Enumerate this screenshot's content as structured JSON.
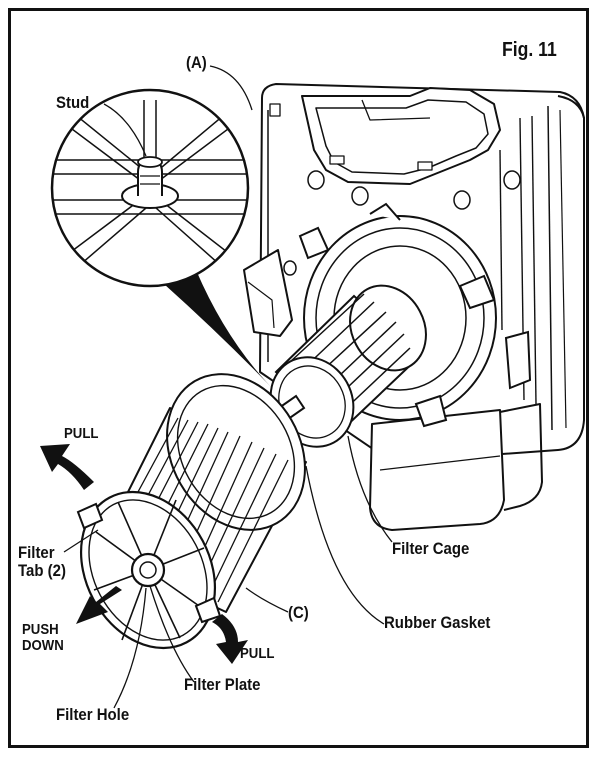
{
  "figure": {
    "title": "Fig. 11",
    "labels": {
      "a": "(A)",
      "stud": "Stud",
      "pull_top": "PULL",
      "filter_tab_line1": "Filter",
      "filter_tab_line2": "Tab (2)",
      "push_down_line1": "PUSH",
      "push_down_line2": "DOWN",
      "filter_cage": "Filter Cage",
      "c": "(C)",
      "rubber_gasket": "Rubber Gasket",
      "pull_bottom": "PULL",
      "filter_plate": "Filter Plate",
      "filter_hole": "Filter Hole"
    },
    "colors": {
      "ink": "#111111",
      "paper": "#ffffff"
    }
  }
}
